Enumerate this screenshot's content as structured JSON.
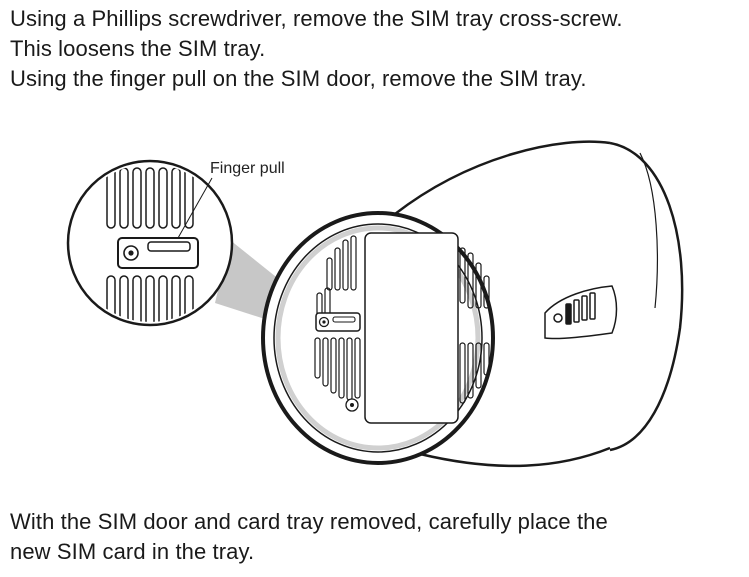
{
  "steps": {
    "line1": "Using a Phillips screwdriver, remove the SIM tray cross-screw.",
    "line2": "This loosens the SIM tray.",
    "line3": "Using the finger pull on the SIM door, remove the SIM tray."
  },
  "illustration": {
    "callout_label": "Finger pull"
  },
  "followup": {
    "line1": "With the SIM door and card tray removed, carefully place the",
    "line2": "new SIM card in the tray."
  }
}
